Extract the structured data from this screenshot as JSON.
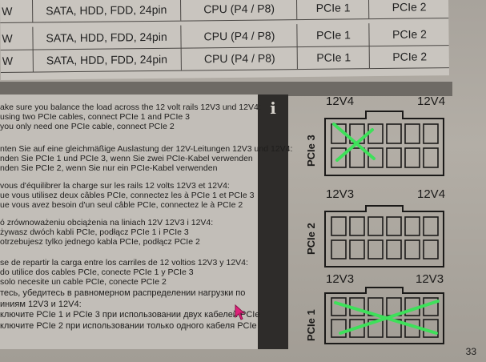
{
  "table": {
    "rows": [
      {
        "w": "W",
        "connectors": "SATA, HDD, FDD, 24pin",
        "cpu": "CPU (P4 / P8)",
        "pcie1": "PCIe 1",
        "pcie2": "PCIe 2"
      },
      {
        "w": "W",
        "connectors": "SATA, HDD, FDD, 24pin",
        "cpu": "CPU (P4 / P8)",
        "pcie1": "PCIe 1",
        "pcie2": "PCIe 2"
      },
      {
        "w": "W",
        "connectors": "SATA, HDD, FDD, 24pin",
        "cpu": "CPU (P4 / P8)",
        "pcie1": "PCIe 1",
        "pcie2": "PCIe 2"
      }
    ]
  },
  "info_icon": "i",
  "instructions": {
    "en": [
      "ake sure you balance the load across the 12 volt rails 12V3 und 12V4:",
      "using two PCIe cables, connect PCIe 1 and PCIe 3",
      "you only need one PCIe cable, connect PCIe 2"
    ],
    "de": [
      "nten Sie auf eine gleichmäßige Auslastung der 12V-Leitungen 12V3 und 12V4:",
      "nden Sie PCIe 1 und PCIe 3, wenn Sie zwei PCIe-Kabel verwenden",
      "nden Sie PCIe 2, wenn Sie nur ein PCIe-Kabel verwenden"
    ],
    "fr": [
      "vous d'équilibrer la charge sur les rails 12 volts 12V3 et 12V4:",
      "ue vous utilisez deux câbles PCIe, connectez les à PCIe 1 et PCIe 3",
      "ue vous avez besoin d'un seul câble PCIe, connectez le à PCIe 2"
    ],
    "pl": [
      "ó zrównoważeniu obciążenia na liniach 12V 12V3 i 12V4:",
      "żywasz dwóch kabli PCIe, podłącz PCIe 1 i PCIe 3",
      "otrzebujesz tylko jednego kabla PCIe, podłącz PCIe 2"
    ],
    "es": [
      "se de repartir la carga entre los carriles de 12 voltios 12V3 y 12V4:",
      "do utilice dos cables PCIe, conecte PCIe 1 y PCIe 3",
      "solo necesite un cable PCIe, conecte PCIe 2"
    ],
    "ru": [
      "тесь, убедитесь в равномерном распределении нагрузки по",
      "иниям 12V3 и 12V4:",
      "ключите PCIe 1 и PCIe 3 при использовании двух кабелей PCIe",
      "ключите PCIe 2 при использовании только одного кабеля PCIe"
    ]
  },
  "connectors": [
    {
      "side": "PCIe 3",
      "left": "12V4",
      "right": "12V4",
      "crossed": true,
      "cross_color": "#3ee05a"
    },
    {
      "side": "PCIe 2",
      "left": "12V3",
      "right": "12V4",
      "crossed": false
    },
    {
      "side": "PCIe 1",
      "left": "12V3",
      "right": "12V3",
      "crossed": true,
      "cross_color": "#3ee05a"
    }
  ],
  "page_number": "33",
  "colors": {
    "cursor": "#e0207a"
  }
}
